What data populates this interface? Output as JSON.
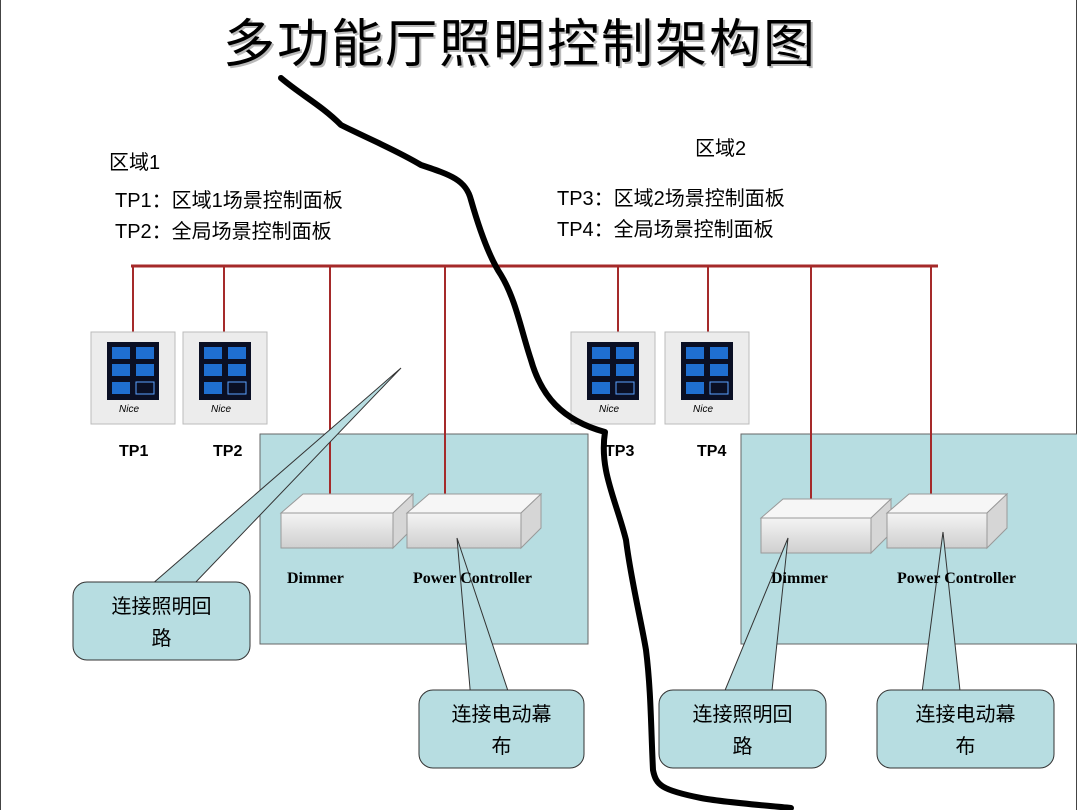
{
  "title": "多功能厅照明控制架构图",
  "zone1": {
    "name": "区域1",
    "legend": [
      "TP1：区域1场景控制面板",
      "TP2：全局场景控制面板"
    ]
  },
  "zone2": {
    "name": "区域2",
    "legend": [
      "TP3：区域2场景控制面板",
      "TP4：全局场景控制面板"
    ]
  },
  "panels": [
    {
      "label": "TP1",
      "brand": "Nice"
    },
    {
      "label": "TP2",
      "brand": "Nice"
    },
    {
      "label": "TP3",
      "brand": "Nice"
    },
    {
      "label": "TP4",
      "brand": "Nice"
    }
  ],
  "devices": [
    {
      "label": "Dimmer"
    },
    {
      "label": "Power Controller"
    },
    {
      "label": "Dimmer"
    },
    {
      "label": "Power Controller"
    }
  ],
  "callouts": [
    {
      "line1": "连接照明回",
      "line2": "路"
    },
    {
      "line1": "连接电动幕",
      "line2": "布"
    },
    {
      "line1": "连接照明回",
      "line2": "路"
    },
    {
      "line1": "连接电动幕",
      "line2": "布"
    }
  ],
  "colors": {
    "bus": "#a52a2a",
    "device_area": "#b7dde1",
    "callout_fill": "#b7dde1",
    "divider": "#000000"
  }
}
